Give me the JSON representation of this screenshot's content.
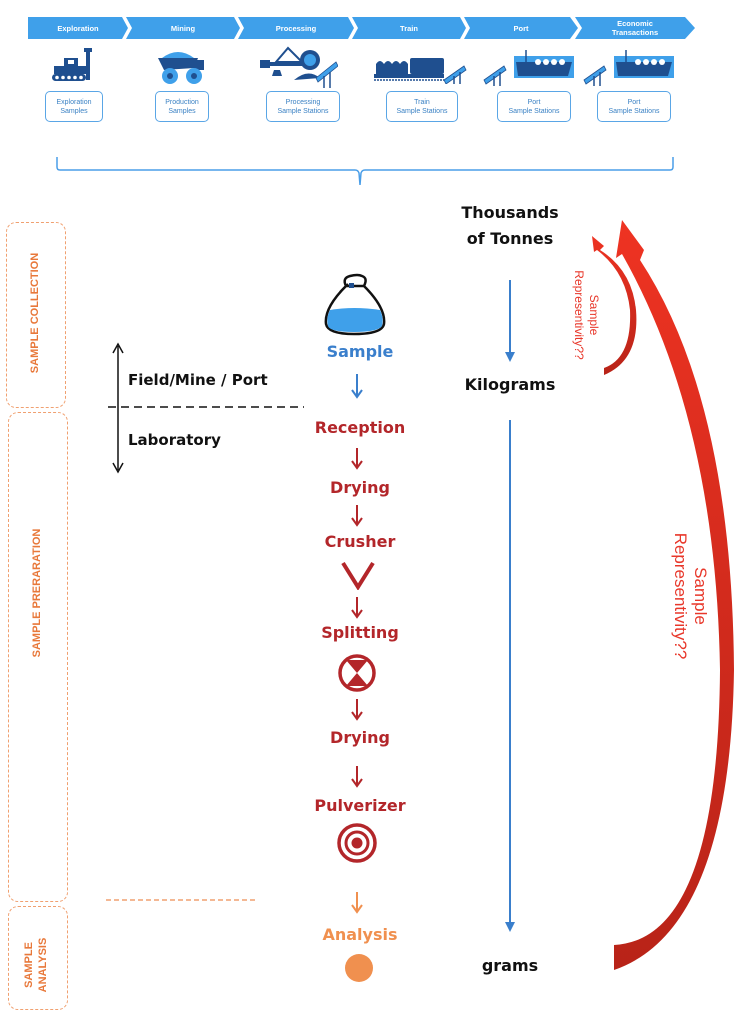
{
  "pipeline": {
    "stages": [
      {
        "label": "Exploration",
        "box": "Exploration\nSamples",
        "icon": "drill-rig-icon"
      },
      {
        "label": "Mining",
        "box": "Production\nSamples",
        "icon": "haul-truck-icon"
      },
      {
        "label": "Processing",
        "box": "Processing\nSample Stations",
        "icon": "processing-plant-icon"
      },
      {
        "label": "Train",
        "box": "Train\nSample Stations",
        "icon": "train-icon"
      },
      {
        "label": "Port",
        "box": "Port\nSample Stations",
        "icon": "ship-loader-icon"
      },
      {
        "label": "Economic\nTransactions",
        "box": "Port\nSample Stations",
        "icon": "ship-loader-icon"
      }
    ]
  },
  "phases": {
    "collection": "SAMPLE COLLECTION",
    "preparation": "SAMPLE PRERARATION",
    "analysis_line1": "SAMPLE",
    "analysis_line2": "ANALYSIS"
  },
  "location": {
    "field": "Field/Mine / Port",
    "lab": "Laboratory"
  },
  "flow": {
    "sample": "Sample",
    "steps": [
      "Reception",
      "Drying",
      "Crusher",
      "Splitting",
      "Drying",
      "Pulverizer"
    ],
    "analysis": "Analysis"
  },
  "mass_scale": {
    "top_line1": "Thousands",
    "top_line2": "of Tonnes",
    "middle": "Kilograms",
    "bottom": "grams"
  },
  "representativity": {
    "small_line1": "Sample",
    "small_line2": "Representivity??",
    "large_line1": "Sample",
    "large_line2": "Representivity??"
  },
  "colors": {
    "chevron_blue": "#3fa0ea",
    "icon_navy": "#1f4f8f",
    "sample_blue": "#3a7fcc",
    "step_red": "#b3262a",
    "analysis_orange": "#f0904f",
    "arc_red": "#e8372a",
    "phase_orange": "#e8783a"
  }
}
